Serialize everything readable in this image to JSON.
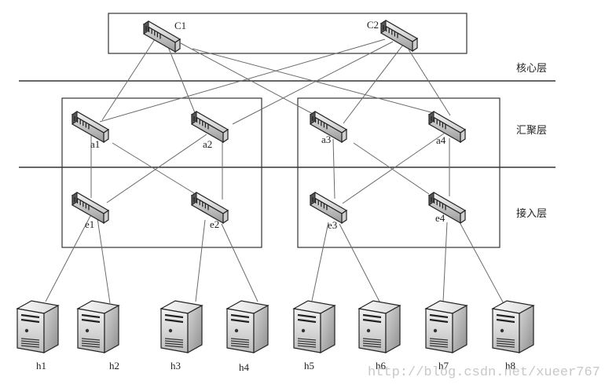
{
  "title": "Three-layer network topology (core / aggregation / access)",
  "layers": [
    {
      "id": "core",
      "label": "核心层"
    },
    {
      "id": "aggregation",
      "label": "汇聚层"
    },
    {
      "id": "access",
      "label": "接入层"
    }
  ],
  "switches": [
    {
      "id": "C1",
      "label": "C1",
      "layer": "core"
    },
    {
      "id": "C2",
      "label": "C2",
      "layer": "core"
    },
    {
      "id": "a1",
      "label": "a1",
      "layer": "aggregation"
    },
    {
      "id": "a2",
      "label": "a2",
      "layer": "aggregation"
    },
    {
      "id": "a3",
      "label": "a3",
      "layer": "aggregation"
    },
    {
      "id": "a4",
      "label": "a4",
      "layer": "aggregation"
    },
    {
      "id": "e1",
      "label": "e1",
      "layer": "access"
    },
    {
      "id": "e2",
      "label": "e2",
      "layer": "access"
    },
    {
      "id": "e3",
      "label": "e3",
      "layer": "access"
    },
    {
      "id": "e4",
      "label": "e4",
      "layer": "access"
    }
  ],
  "hosts": [
    {
      "id": "h1",
      "label": "h1"
    },
    {
      "id": "h2",
      "label": "h2"
    },
    {
      "id": "h3",
      "label": "h3"
    },
    {
      "id": "h4",
      "label": "h4"
    },
    {
      "id": "h5",
      "label": "h5"
    },
    {
      "id": "h6",
      "label": "h6"
    },
    {
      "id": "h7",
      "label": "h7"
    },
    {
      "id": "h8",
      "label": "h8"
    }
  ],
  "links": [
    [
      "C1",
      "a1"
    ],
    [
      "C1",
      "a2"
    ],
    [
      "C1",
      "a3"
    ],
    [
      "C1",
      "a4"
    ],
    [
      "C2",
      "a1"
    ],
    [
      "C2",
      "a2"
    ],
    [
      "C2",
      "a3"
    ],
    [
      "C2",
      "a4"
    ],
    [
      "a1",
      "e1"
    ],
    [
      "a1",
      "e2"
    ],
    [
      "a2",
      "e1"
    ],
    [
      "a2",
      "e2"
    ],
    [
      "a3",
      "e3"
    ],
    [
      "a3",
      "e4"
    ],
    [
      "a4",
      "e3"
    ],
    [
      "a4",
      "e4"
    ],
    [
      "e1",
      "h1"
    ],
    [
      "e1",
      "h2"
    ],
    [
      "e2",
      "h3"
    ],
    [
      "e2",
      "h4"
    ],
    [
      "e3",
      "h5"
    ],
    [
      "e3",
      "h6"
    ],
    [
      "e4",
      "h7"
    ],
    [
      "e4",
      "h8"
    ]
  ],
  "watermark": "http://blog.csdn.net/xueer767"
}
